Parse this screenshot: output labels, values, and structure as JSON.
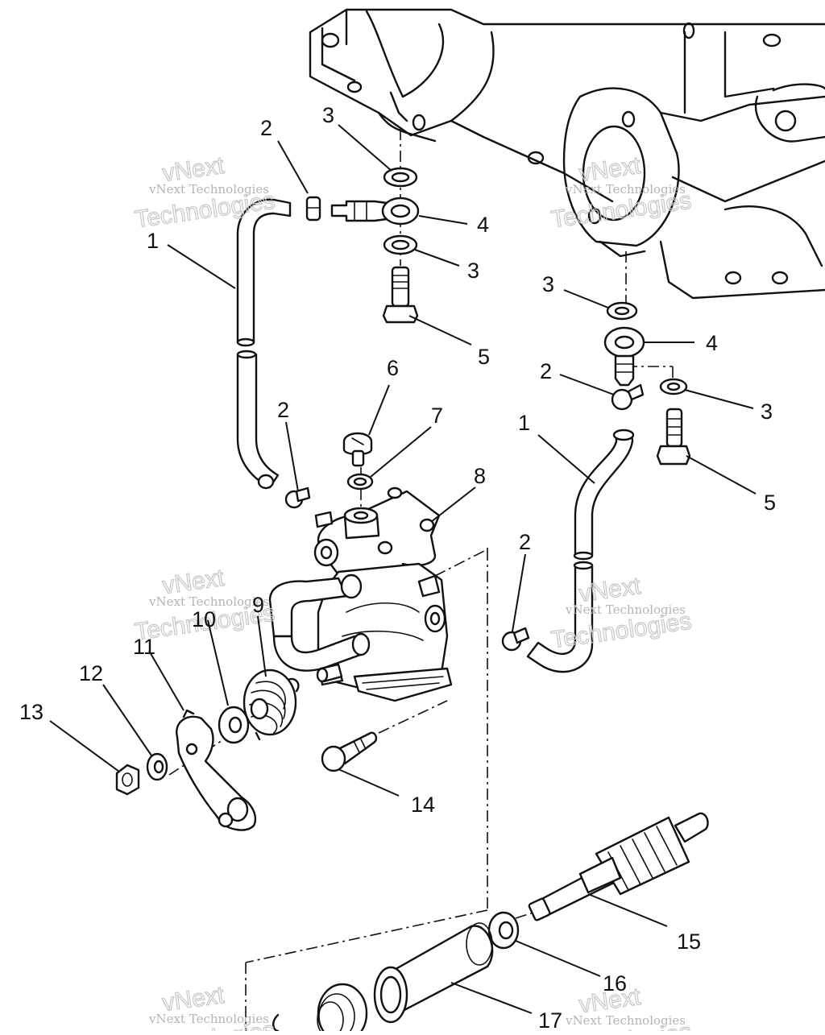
{
  "diagram": {
    "watermark_text": "vNext Technologies",
    "watermark_word_1": "vNext",
    "watermark_word_2": "Technologies",
    "callouts": [
      {
        "id": "c1a",
        "label": "1"
      },
      {
        "id": "c2a",
        "label": "2"
      },
      {
        "id": "c3a",
        "label": "3"
      },
      {
        "id": "c4a",
        "label": "4"
      },
      {
        "id": "c3b",
        "label": "3"
      },
      {
        "id": "c5a",
        "label": "5"
      },
      {
        "id": "c3c",
        "label": "3"
      },
      {
        "id": "c4b",
        "label": "4"
      },
      {
        "id": "c2b",
        "label": "2"
      },
      {
        "id": "c3d",
        "label": "3"
      },
      {
        "id": "c1b",
        "label": "1"
      },
      {
        "id": "c5b",
        "label": "5"
      },
      {
        "id": "c6",
        "label": "6"
      },
      {
        "id": "c7",
        "label": "7"
      },
      {
        "id": "c2c",
        "label": "2"
      },
      {
        "id": "c8",
        "label": "8"
      },
      {
        "id": "c2d",
        "label": "2"
      },
      {
        "id": "c9",
        "label": "9"
      },
      {
        "id": "c10",
        "label": "10"
      },
      {
        "id": "c11",
        "label": "11"
      },
      {
        "id": "c12",
        "label": "12"
      },
      {
        "id": "c13",
        "label": "13"
      },
      {
        "id": "c14",
        "label": "14"
      },
      {
        "id": "c15",
        "label": "15"
      },
      {
        "id": "c16",
        "label": "16"
      },
      {
        "id": "c17",
        "label": "17"
      }
    ]
  }
}
